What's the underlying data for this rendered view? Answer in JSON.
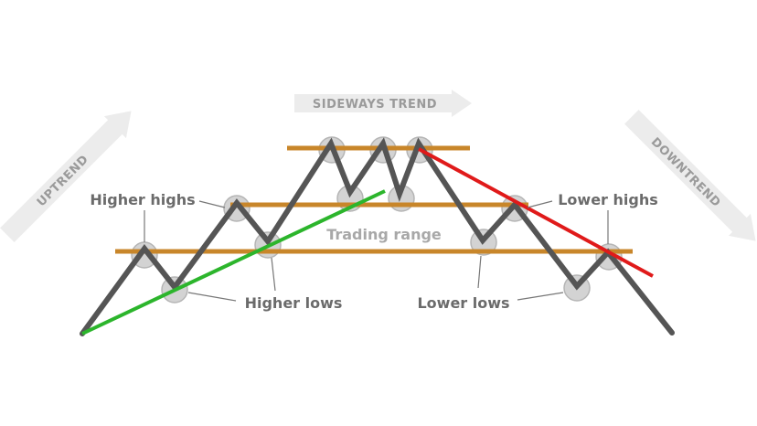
{
  "arrows": {
    "uptrend": "UPTREND",
    "sideways": "SIDEWAYS TREND",
    "downtrend": "DOWNTREND"
  },
  "labels": {
    "higher_highs": "Higher highs",
    "higher_lows": "Higher lows",
    "trading_range": "Trading range",
    "lower_highs": "Lower highs",
    "lower_lows": "Lower lows"
  },
  "colors": {
    "price": "#555555",
    "range_line": "#c8862a",
    "uptrend_line": "#2cb52c",
    "downtrend_line": "#e01a1a",
    "pivot": "#d3d3d3",
    "arrow": "#ececec"
  }
}
